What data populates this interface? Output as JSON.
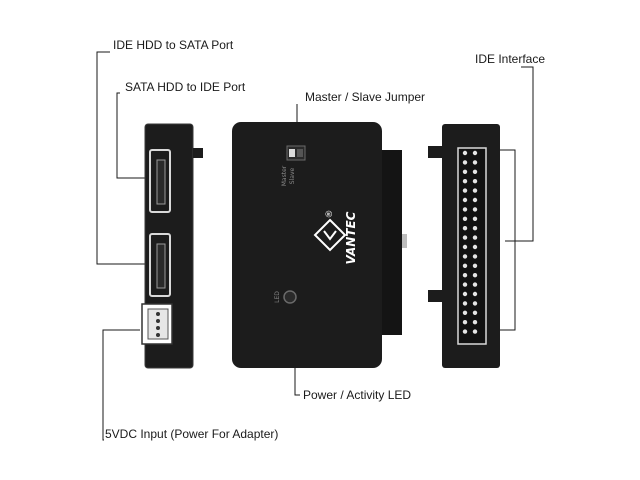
{
  "labels": {
    "ide_to_sata": "IDE HDD to SATA Port",
    "sata_to_ide": "SATA HDD to IDE Port",
    "master_slave": "Master / Slave Jumper",
    "ide_interface": "IDE Interface",
    "power_led": "Power / Activity LED",
    "dc_input": "5VDC Input (Power For Adapter)"
  },
  "device": {
    "brand": "VANTEC",
    "registered_mark": "®",
    "jumper_label_master": "Master",
    "jumper_label_slave": "Slave",
    "led_label": "LED"
  },
  "ide_pin_rows": 20,
  "colors": {
    "body": "#1c1c1c",
    "body_edge": "#3a3a3a",
    "leader_line": "#1a1a1a",
    "port_highlight": "#d9d9d9"
  }
}
